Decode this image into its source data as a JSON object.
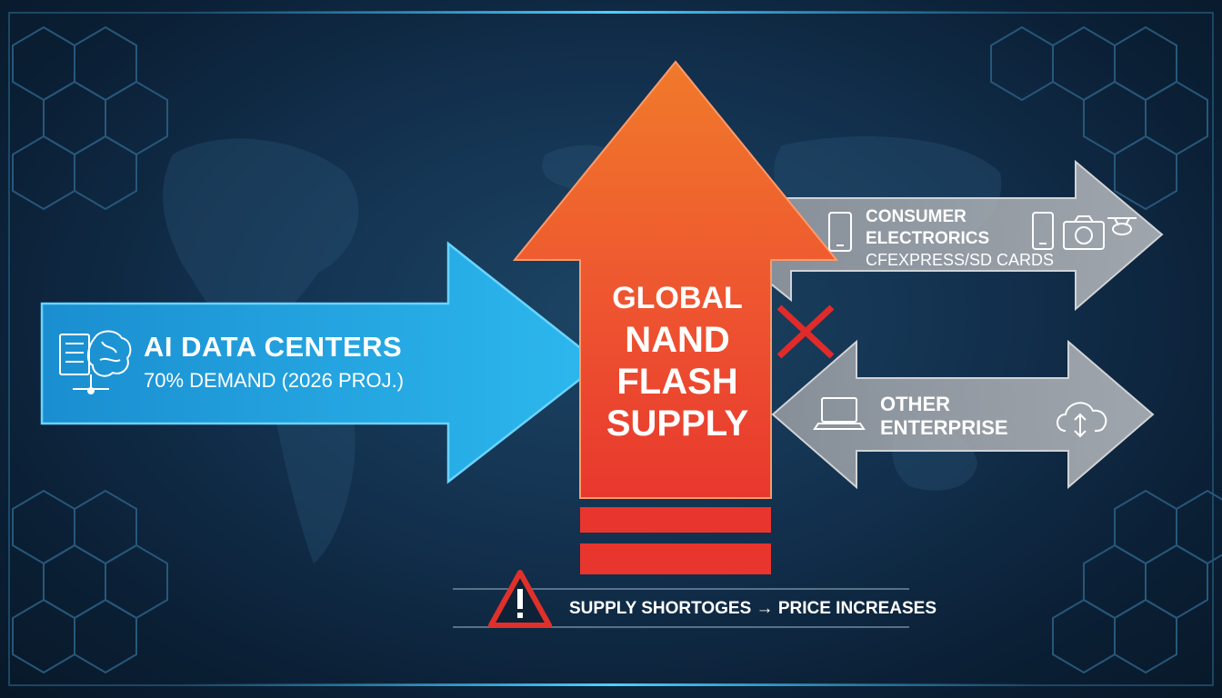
{
  "ai_data_centers": {
    "title": "AI DATA CENTERS",
    "subtitle": "70% DEMAND (2026 PROJ.)",
    "icon": "server-brain-icon",
    "color": "#1aa3e0"
  },
  "center": {
    "lines": [
      "GLOBAL",
      "NAND",
      "FLASH",
      "SUPPLY"
    ],
    "color_top": "#f07a2a",
    "color_bottom": "#e8382e"
  },
  "consumer": {
    "lines": [
      "CONSUMER",
      "ELECTRORICS",
      "CFEXPRESS/SD CARDS"
    ],
    "icons": [
      "smartphone-icon",
      "smartphone-icon",
      "camera-icon",
      "drone-icon"
    ]
  },
  "other": {
    "lines": [
      "OTHER",
      "ENTERPRISE"
    ],
    "icons": [
      "laptop-icon",
      "cloud-sync-icon"
    ]
  },
  "warning": {
    "text": "SUPPLY SHORTOGES → PRICE INCREASES",
    "icon": "warning-icon",
    "color": "#e0302a"
  },
  "blocked_icon": "x-mark-icon"
}
